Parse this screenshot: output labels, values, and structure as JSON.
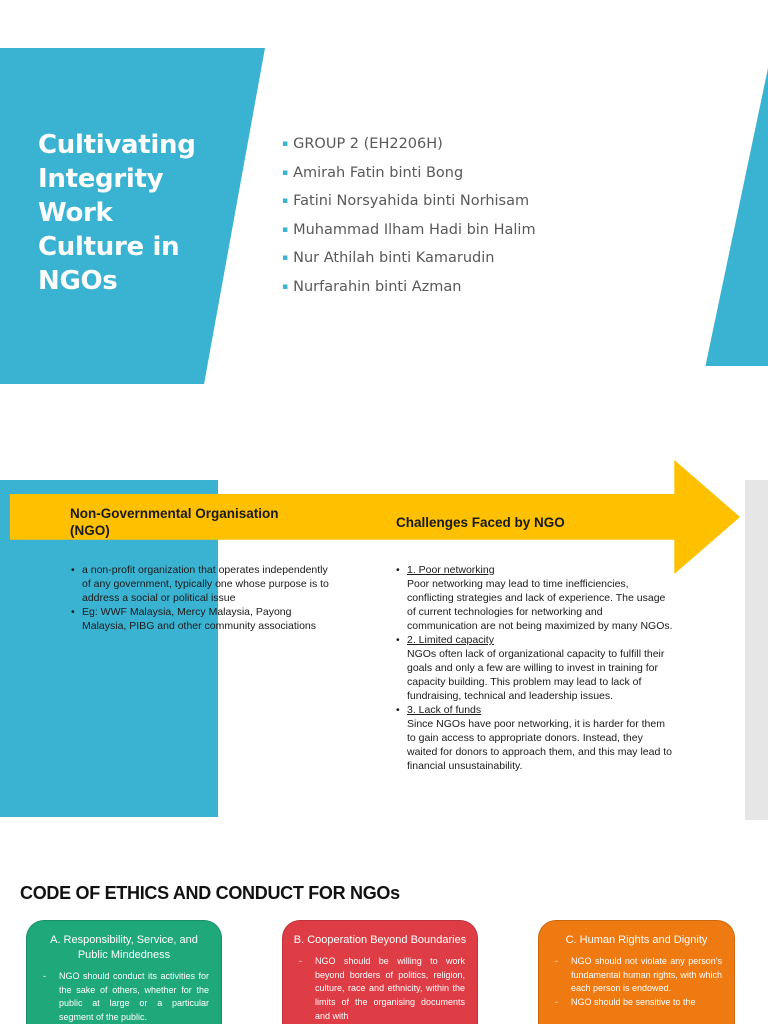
{
  "slide1": {
    "title_lines": [
      "Cultivating",
      "Integrity",
      "Work",
      "Culture in",
      "NGOs"
    ],
    "members": [
      "GROUP 2 (EH2206H)",
      "Amirah Fatin binti Bong",
      "Fatini Norsyahida binti Norhisam",
      "Muhammad Ilham Hadi bin Halim",
      "Nur Athilah binti Kamarudin",
      "Nurfarahin binti Azman"
    ],
    "accent_color": "#3ab3d2"
  },
  "slide2": {
    "ngo_heading_lines": [
      "Non-Governmental Organisation",
      "(NGO)"
    ],
    "challenges_heading": "Challenges Faced by NGO",
    "ngo_points": [
      "a non-profit organization that operates independently of any government, typically one whose purpose is to address a social or political issue",
      "Eg: WWF Malaysia, Mercy Malaysia, Payong Malaysia,  PIBG and other community associations"
    ],
    "challenges": [
      {
        "title": "1. Poor networking",
        "text": "Poor networking may lead to time inefficiencies, conflicting strategies and lack of experience. The usage of current technologies for networking and communication are not being maximized by many NGOs."
      },
      {
        "title": "2. Limited capacity",
        "text": "NGOs often lack of organizational capacity to fulfill their goals and only a few are willing to invest in training for capacity building. This problem may lead to lack of fundraising, technical and leadership issues."
      },
      {
        "title": "3. Lack of funds",
        "text": "Since NGOs have poor networking, it is harder for them to gain access to appropriate donors. Instead, they waited for donors to approach them, and this may lead to financial unsustainability."
      }
    ],
    "arrow_color": "#ffc000"
  },
  "slide3": {
    "title": "CODE OF ETHICS AND CONDUCT FOR NGOs",
    "cards": [
      {
        "title": "A. Responsibility, Service, and Public Mindedness",
        "text": "NGO should conduct its activities for the sake of others, whether for the public at large or a particular segment of the public.",
        "color": "#1fa97a"
      },
      {
        "title": "B. Cooperation Beyond Boundaries",
        "text": "NGO should be willing to work beyond borders of politics, religion, culture, race and ethnicity, within the limits of the organising documents and with",
        "color": "#df3d46"
      },
      {
        "title": "C. Human Rights and Dignity",
        "text": "NGO should not violate any person's fundamental human rights, with which each person is endowed.",
        "text2": "NGO should be sensitive to the",
        "color": "#ef7a12"
      }
    ]
  }
}
